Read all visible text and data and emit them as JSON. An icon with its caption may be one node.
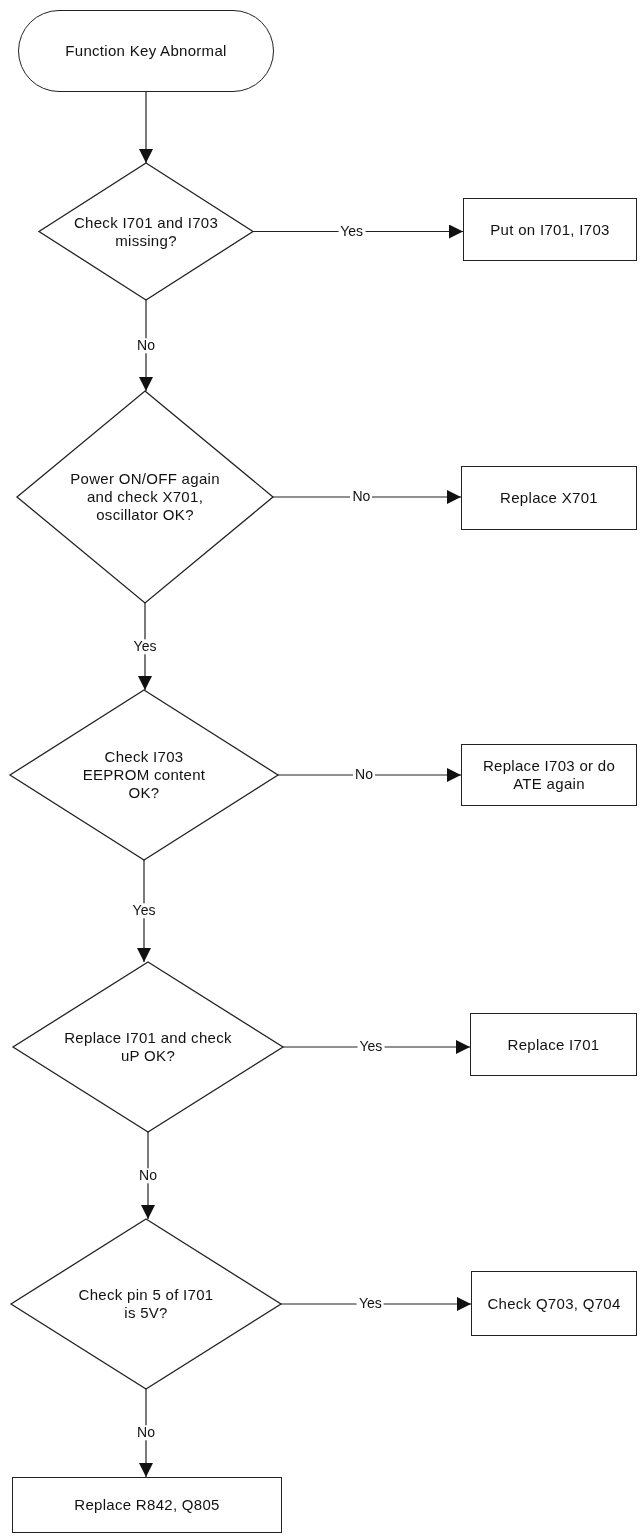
{
  "diagram": {
    "nodes": [
      {
        "text": [
          "Function Key Abnormal"
        ]
      },
      {
        "text": [
          "Check I701 and I703 missing?"
        ]
      },
      {
        "text": [
          "Put on I701, I703"
        ]
      },
      {
        "text": [
          "Power ON/OFF again and check X701, oscillator OK?"
        ]
      },
      {
        "text": [
          "Replace X701"
        ]
      },
      {
        "text": [
          "Check I703 EEPROM content OK?"
        ]
      },
      {
        "text": [
          "Replace I703 or do ATE again"
        ]
      },
      {
        "text": [
          "Replace I701 and check uP OK?"
        ]
      },
      {
        "text": [
          "Replace I701"
        ]
      },
      {
        "text": [
          "Check pin 5 of I701 is 5V?"
        ]
      },
      {
        "text": [
          "Check Q703, Q704"
        ]
      },
      {
        "text": [
          "Replace R842, Q805"
        ]
      }
    ],
    "edges": [
      {
        "from": 0,
        "to": 1,
        "arrow": "to"
      },
      {
        "from": 1,
        "to": 2,
        "arrow": "to",
        "label": "Yes"
      },
      {
        "from": 1,
        "to": 3,
        "arrow": "to",
        "label": "No"
      },
      {
        "from": 3,
        "to": 4,
        "arrow": "to",
        "label": "No"
      },
      {
        "from": 3,
        "to": 5,
        "arrow": "to",
        "label": "Yes"
      },
      {
        "from": 5,
        "to": 6,
        "arrow": "to",
        "label": "No"
      },
      {
        "from": 5,
        "to": 7,
        "arrow": "to",
        "label": "Yes"
      },
      {
        "from": 7,
        "to": 8,
        "arrow": "to",
        "label": "Yes"
      },
      {
        "from": 7,
        "to": 9,
        "arrow": "to",
        "label": "No"
      },
      {
        "from": 9,
        "to": 10,
        "arrow": "to",
        "label": "Yes"
      },
      {
        "from": 9,
        "to": 11,
        "arrow": "to",
        "label": "No"
      }
    ]
  }
}
